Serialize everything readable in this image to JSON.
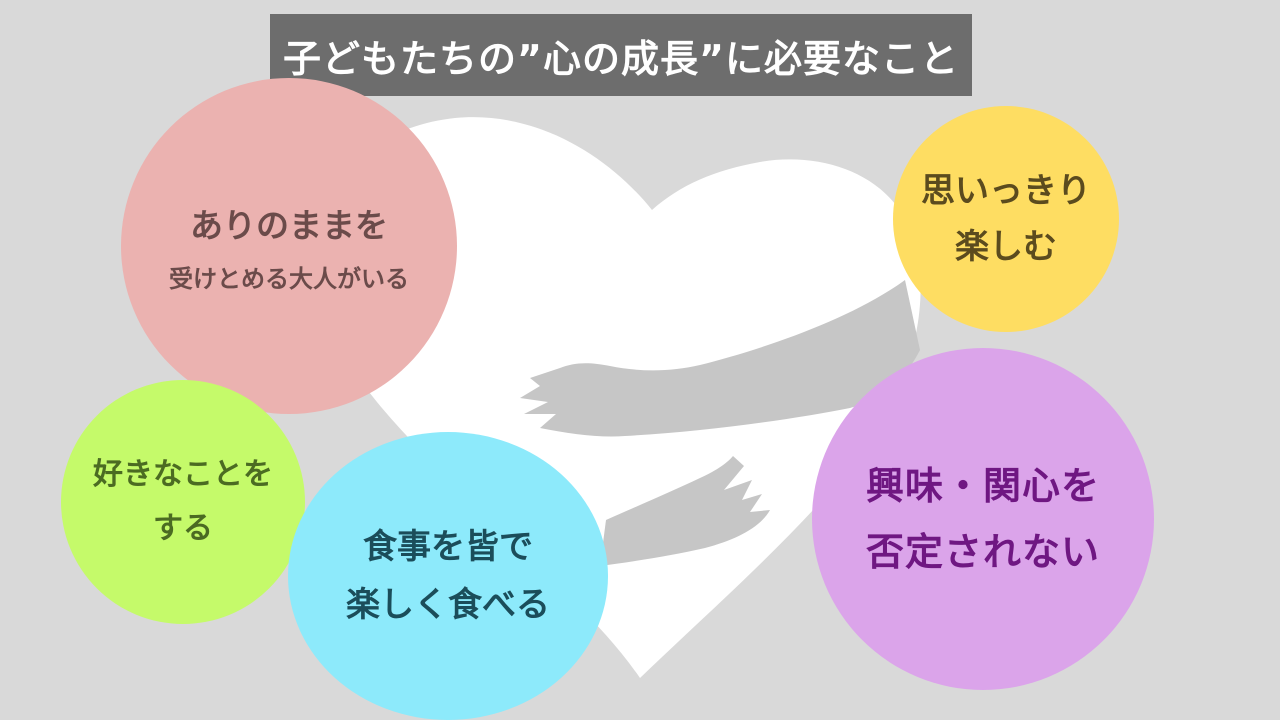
{
  "title": "子どもたちの”心の成長”に必要なこと",
  "items": [
    {
      "color": "#ebb2b0",
      "line1": "ありのままを",
      "line2": "受けとめる大人がいる"
    },
    {
      "color": "#fedd62",
      "line1": "思いっきり",
      "line2": "楽しむ"
    },
    {
      "color": "#dba4ea",
      "line1": "興味・関心を",
      "line2": "否定されない"
    },
    {
      "color": "#c5fa6a",
      "line1": "好きなことを",
      "line2": "する"
    },
    {
      "color": "#8deafb",
      "line1": "食事を皆で",
      "line2": "楽しく食べる"
    }
  ],
  "colors": {
    "background": "#d9d9d9",
    "title_bg": "#6d6d6d",
    "heart": "#ffffff",
    "arms": "#c6c6c6"
  }
}
